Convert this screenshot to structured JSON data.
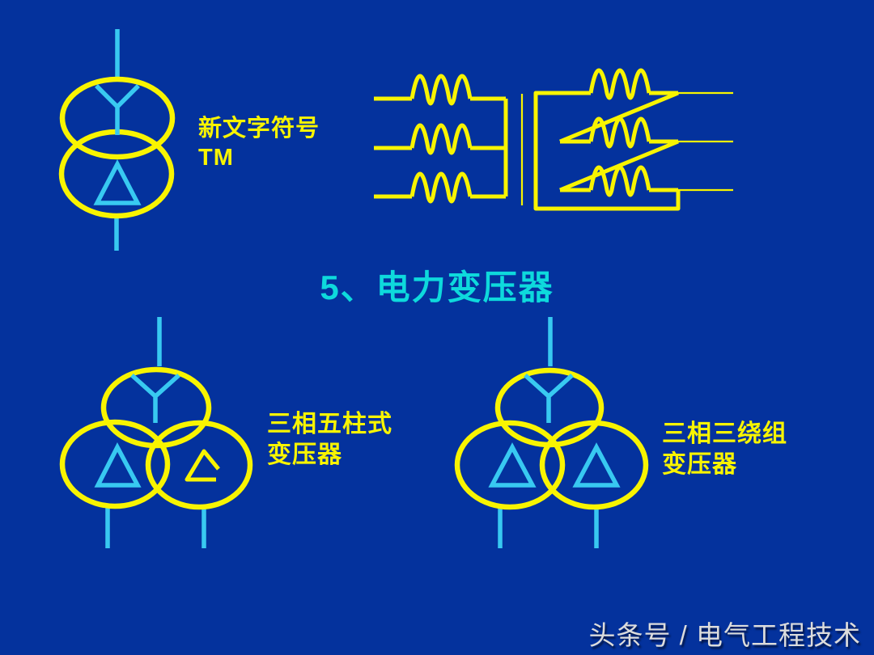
{
  "slide": {
    "title": "5、电力变压器",
    "annotation_new_symbol": {
      "line1": "新文字符号",
      "line2": "TM"
    },
    "label_five_limb": {
      "line1": "三相五柱式",
      "line2": "变压器"
    },
    "label_three_winding": {
      "line1": "三相三绕组",
      "line2": "变压器"
    },
    "watermark": "头条号 / 电气工程技术",
    "symbols": {
      "top_left": "wye-delta-two-winding-transformer-symbol",
      "top_right": "star-zigzag-winding-schematic",
      "bottom_left": "three-phase-five-limb-transformer-symbol",
      "bottom_right": "three-phase-three-winding-transformer-symbol"
    },
    "colors": {
      "background": "#04329D",
      "line_yellow": "#F8F400",
      "symbol_cyan": "#38C9F1",
      "title_cyan": "#0ED9DC",
      "label_yellow": "#F8F400",
      "watermark_gray": "#DCDCDC"
    }
  }
}
